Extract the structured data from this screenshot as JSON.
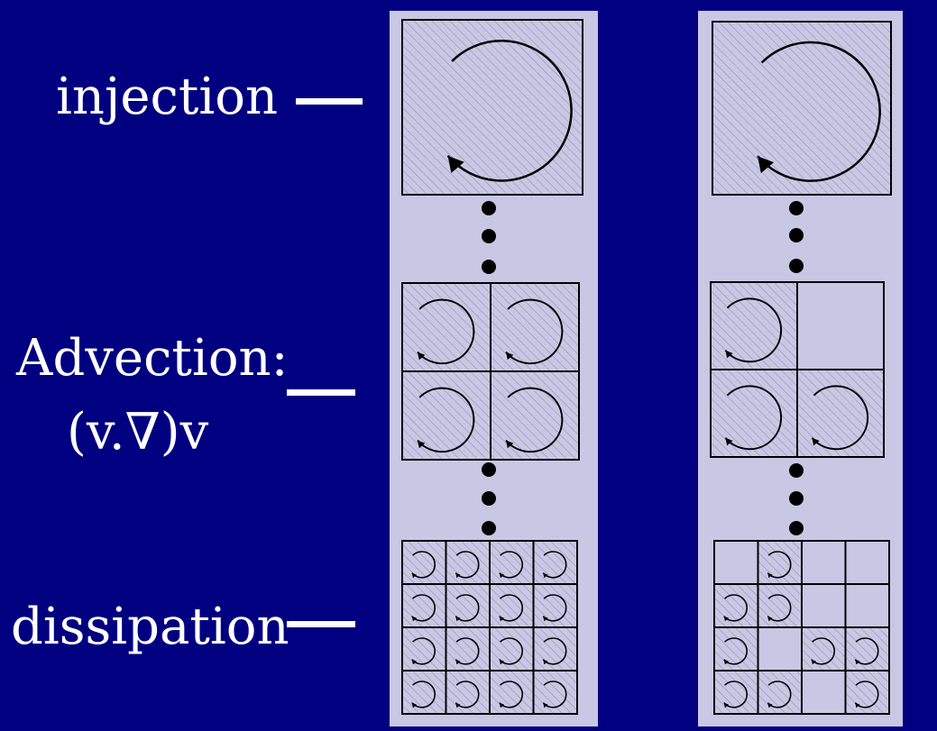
{
  "labels": {
    "injection": "injection",
    "advection_line1": "Advection:",
    "advection_line2": "(v.∇)v",
    "dissipation": "dissipation"
  },
  "colors": {
    "background": "#000080",
    "panel": "#c8c8e4",
    "hatch": "#a8a8c8",
    "ink": "#000000",
    "text": "#ffffff"
  },
  "panels": [
    {
      "name": "uniform-cascade",
      "mid_filled": [
        [
          1,
          1
        ],
        [
          1,
          1
        ]
      ],
      "bottom_filled": [
        [
          1,
          1,
          1,
          1
        ],
        [
          1,
          1,
          1,
          1
        ],
        [
          1,
          1,
          1,
          1
        ],
        [
          1,
          1,
          1,
          1
        ]
      ]
    },
    {
      "name": "intermittent-cascade",
      "mid_filled": [
        [
          1,
          0
        ],
        [
          1,
          1
        ]
      ],
      "bottom_filled": [
        [
          0,
          1,
          0,
          0
        ],
        [
          1,
          1,
          0,
          0
        ],
        [
          1,
          0,
          1,
          1
        ],
        [
          1,
          1,
          0,
          1
        ]
      ]
    }
  ]
}
